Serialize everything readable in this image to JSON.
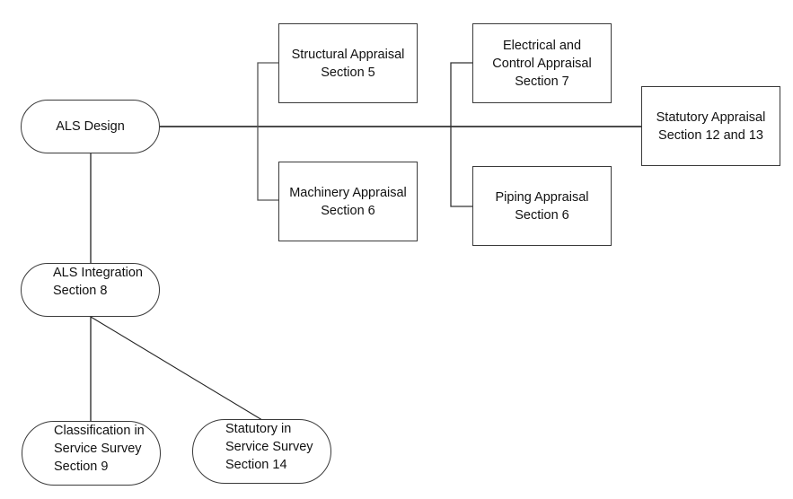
{
  "diagram": {
    "nodes": {
      "als_design": {
        "lines": [
          "ALS Design"
        ]
      },
      "structural": {
        "lines": [
          "Structural Appraisal",
          "Section 5"
        ]
      },
      "machinery": {
        "lines": [
          "Machinery Appraisal",
          "Section 6"
        ]
      },
      "electrical": {
        "lines": [
          "Electrical and",
          "Control Appraisal",
          "Section 7"
        ]
      },
      "piping": {
        "lines": [
          "Piping Appraisal",
          "Section 6"
        ]
      },
      "statutory": {
        "lines": [
          "Statutory Appraisal",
          "Section 12 and 13"
        ]
      },
      "als_integration": {
        "lines": [
          "ALS Integration",
          "Section 8"
        ]
      },
      "classification_survey": {
        "lines": [
          "Classification in",
          "Service Survey",
          "Section 9"
        ]
      },
      "statutory_survey": {
        "lines": [
          "Statutory in",
          "Service Survey",
          "Section 14"
        ]
      }
    },
    "edges": [
      {
        "from": "als_design",
        "to": "structural"
      },
      {
        "from": "als_design",
        "to": "machinery"
      },
      {
        "from": "als_design",
        "to": "electrical"
      },
      {
        "from": "als_design",
        "to": "piping"
      },
      {
        "from": "als_design",
        "to": "statutory"
      },
      {
        "from": "als_design",
        "to": "als_integration"
      },
      {
        "from": "als_integration",
        "to": "classification_survey"
      },
      {
        "from": "als_integration",
        "to": "statutory_survey"
      }
    ]
  }
}
